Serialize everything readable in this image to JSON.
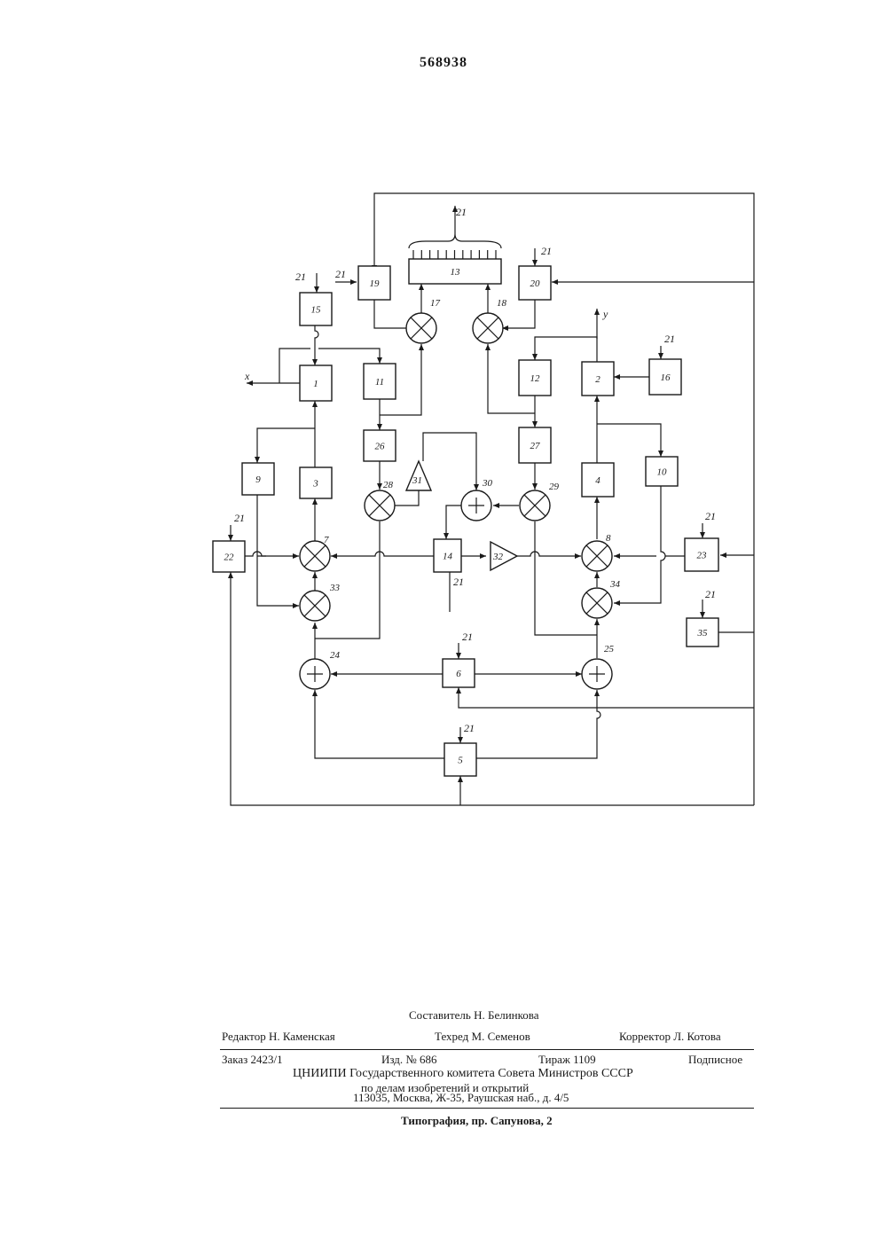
{
  "patent_number": "568938",
  "diagram": {
    "blocks": [
      "1",
      "2",
      "3",
      "4",
      "5",
      "6",
      "9",
      "10",
      "11",
      "12",
      "13",
      "14",
      "15",
      "16",
      "19",
      "20",
      "22",
      "23",
      "26",
      "27",
      "35"
    ],
    "multipliers": [
      "7",
      "8",
      "17",
      "18",
      "28",
      "29",
      "33",
      "34"
    ],
    "adders": [
      "24",
      "25",
      "30"
    ],
    "amplifiers": [
      "31",
      "32"
    ],
    "control_label": "21",
    "output_x": "x",
    "output_y": "y"
  },
  "colophon": {
    "compiler": "Составитель Н. Белинкова",
    "editor": "Редактор Н. Каменская",
    "techred": "Техред М. Семенов",
    "corrector": "Корректор Л. Котова",
    "order": "Заказ 2423/1",
    "edition": "Изд. № 686",
    "circulation": "Тираж 1109",
    "subscription": "Подписное",
    "org1": "ЦНИИПИ Государственного комитета Совета Министров СССР",
    "org2": "по делам изобретений и открытий",
    "address": "113035, Москва, Ж-35, Раушская наб., д. 4/5",
    "printer": "Типография, пр. Сапунова, 2"
  }
}
